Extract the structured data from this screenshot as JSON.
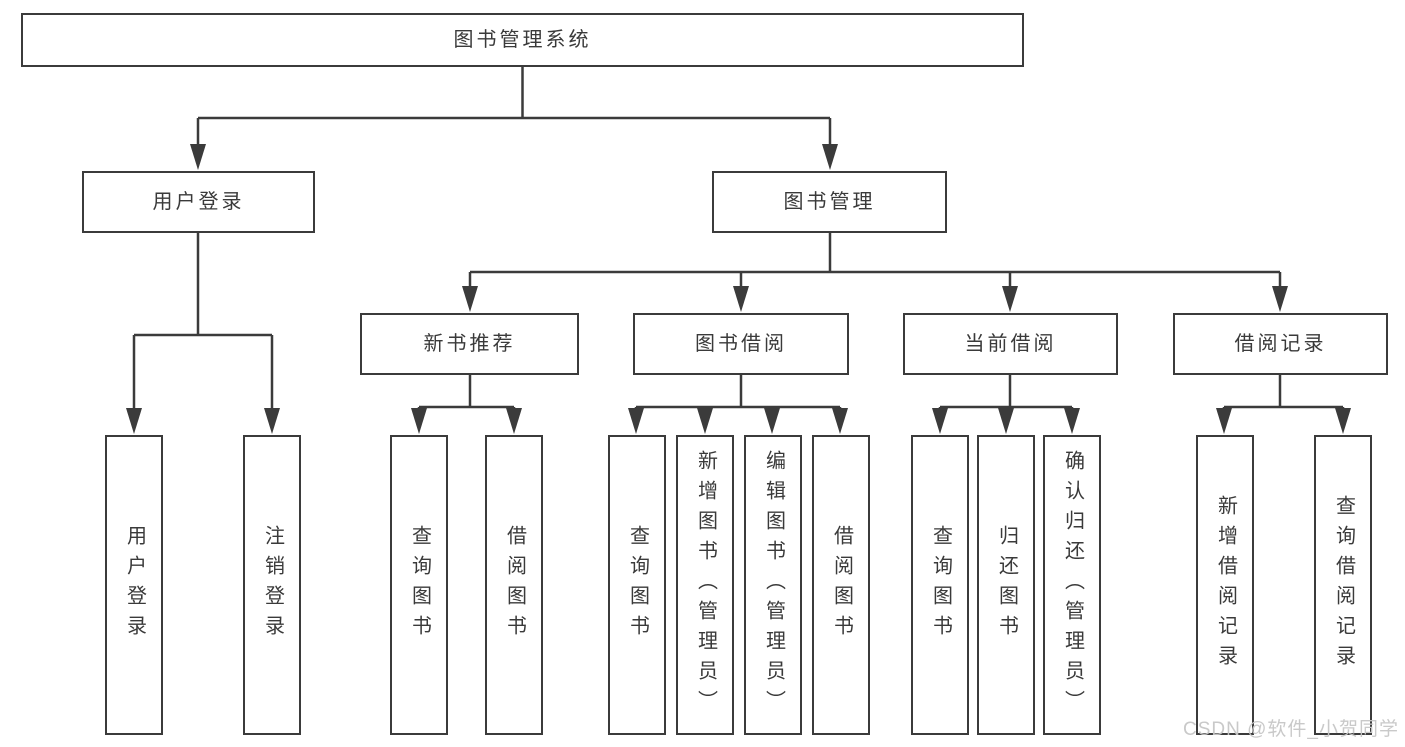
{
  "diagram": {
    "tree": {
      "label": "图书管理系统",
      "children": [
        {
          "label": "用户登录",
          "children": [
            {
              "label": "用户登录"
            },
            {
              "label": "注销登录"
            }
          ]
        },
        {
          "label": "图书管理",
          "children": [
            {
              "label": "新书推荐",
              "children": [
                {
                  "label": "查询图书"
                },
                {
                  "label": "借阅图书"
                }
              ]
            },
            {
              "label": "图书借阅",
              "children": [
                {
                  "label": "查询图书"
                },
                {
                  "label": "新增图书（管理员）"
                },
                {
                  "label": "编辑图书（管理员）"
                },
                {
                  "label": "借阅图书"
                }
              ]
            },
            {
              "label": "当前借阅",
              "children": [
                {
                  "label": "查询图书"
                },
                {
                  "label": "归还图书"
                },
                {
                  "label": "确认归还（管理员）"
                }
              ]
            },
            {
              "label": "借阅记录",
              "children": [
                {
                  "label": "新增借阅记录"
                },
                {
                  "label": "查询借阅记录"
                }
              ]
            }
          ]
        }
      ]
    },
    "colors": {
      "line": "#3b3b3b",
      "box_border": "#3b3b3b",
      "text": "#3a3a3a",
      "background": "#ffffff",
      "watermark": "#c6c6c6"
    }
  },
  "watermark": {
    "text": "CSDN @软件_小贺同学"
  }
}
